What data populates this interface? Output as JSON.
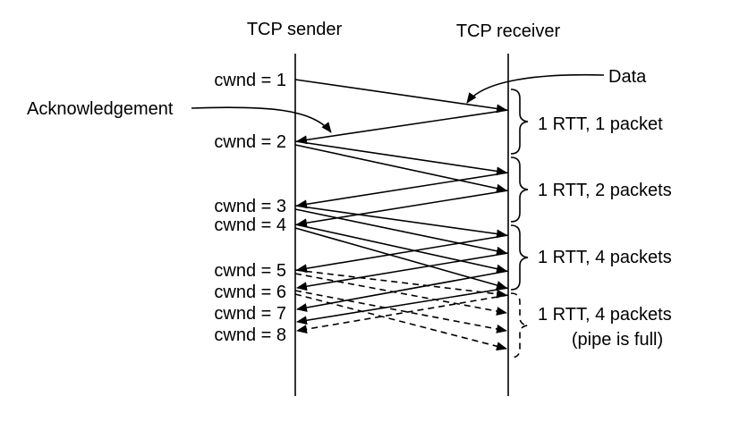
{
  "headers": {
    "sender": "TCP sender",
    "receiver": "TCP receiver"
  },
  "annotations": {
    "data": "Data",
    "acknowledgement": "Acknowledgement"
  },
  "cwnd_labels": [
    "cwnd = 1",
    "cwnd = 2",
    "cwnd = 3",
    "cwnd = 4",
    "cwnd = 5",
    "cwnd = 6",
    "cwnd = 7",
    "cwnd = 8"
  ],
  "rtt_groups": [
    {
      "label": "1 RTT, 1 packet",
      "note": ""
    },
    {
      "label": "1 RTT, 2 packets",
      "note": ""
    },
    {
      "label": "1 RTT, 4 packets",
      "note": ""
    },
    {
      "label": "1 RTT, 4 packets",
      "note": "(pipe is full)"
    }
  ]
}
